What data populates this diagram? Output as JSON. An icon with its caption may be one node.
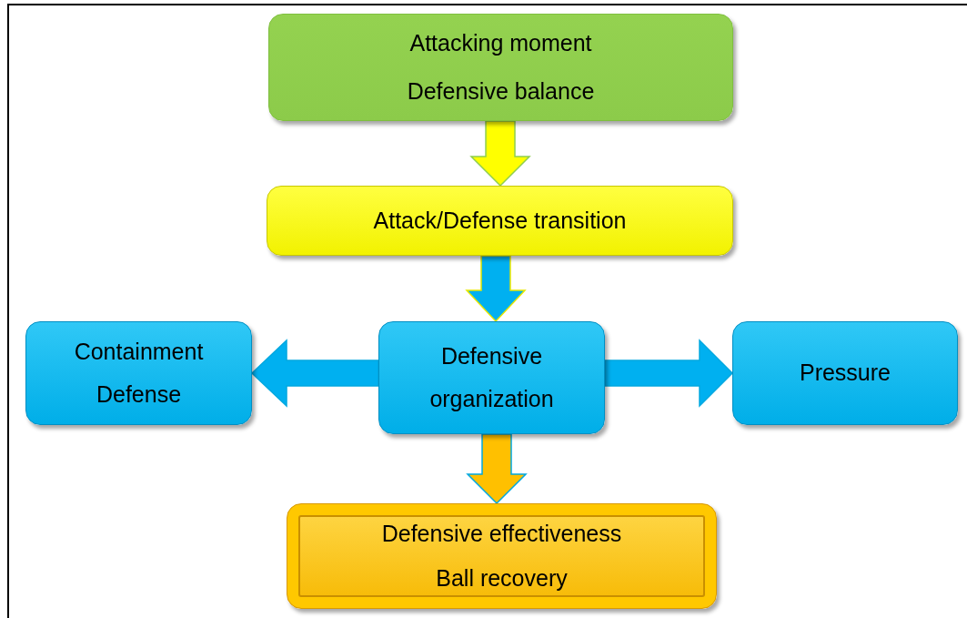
{
  "diagram": {
    "nodes": [
      {
        "text": [
          "Attacking moment",
          "Defensive balance"
        ]
      },
      {
        "text": [
          "Attack/Defense transition"
        ]
      },
      {
        "text": [
          "Containment Defense"
        ]
      },
      {
        "text": [
          "Defensive organization"
        ]
      },
      {
        "text": [
          "Pressure"
        ]
      },
      {
        "text": [
          "Defensive effectiveness",
          "Ball recovery"
        ]
      }
    ],
    "edges": [
      {
        "from": 0,
        "to": 1,
        "arrow": "to",
        "color": "#ffff00"
      },
      {
        "from": 1,
        "to": 3,
        "arrow": "to"
      },
      {
        "from": 3,
        "to": 2,
        "arrow": "to"
      },
      {
        "from": 3,
        "to": 4,
        "arrow": "to"
      },
      {
        "from": 3,
        "to": 5,
        "arrow": "to",
        "color": "#ffc000"
      }
    ]
  }
}
